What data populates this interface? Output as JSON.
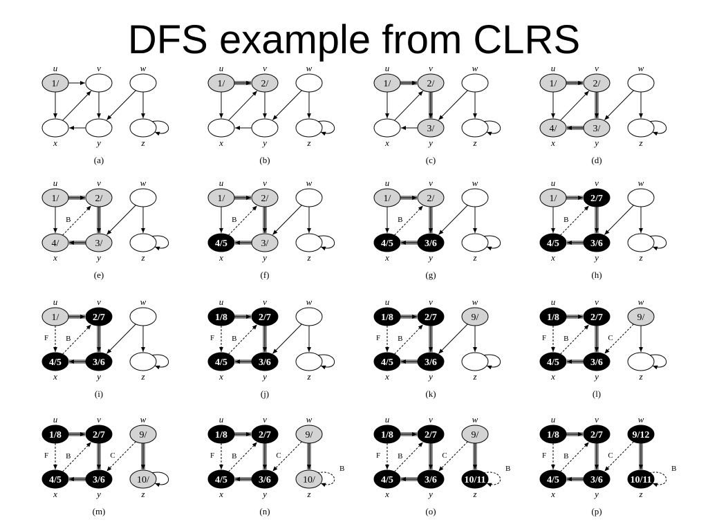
{
  "title": "DFS example from CLRS",
  "vertex_names": [
    "u",
    "v",
    "w",
    "x",
    "y",
    "z"
  ],
  "colors": {
    "white": "#ffffff",
    "gray": "#d3d3d3",
    "black": "#000000",
    "tree_edge": "#8c8c8c"
  },
  "edges": [
    {
      "from": "u",
      "to": "v"
    },
    {
      "from": "u",
      "to": "x"
    },
    {
      "from": "x",
      "to": "v"
    },
    {
      "from": "v",
      "to": "y"
    },
    {
      "from": "y",
      "to": "x"
    },
    {
      "from": "w",
      "to": "y"
    },
    {
      "from": "w",
      "to": "z"
    },
    {
      "from": "z",
      "to": "z"
    }
  ],
  "panels": [
    {
      "caption": "(a)",
      "nodes": {
        "u": {
          "c": "gray",
          "t": "1/"
        },
        "v": {
          "c": "white",
          "t": ""
        },
        "w": {
          "c": "white",
          "t": ""
        },
        "x": {
          "c": "white",
          "t": ""
        },
        "y": {
          "c": "white",
          "t": ""
        },
        "z": {
          "c": "white",
          "t": ""
        }
      },
      "tree": [],
      "labels": {}
    },
    {
      "caption": "(b)",
      "nodes": {
        "u": {
          "c": "gray",
          "t": "1/"
        },
        "v": {
          "c": "gray",
          "t": "2/"
        },
        "w": {
          "c": "white",
          "t": ""
        },
        "x": {
          "c": "white",
          "t": ""
        },
        "y": {
          "c": "white",
          "t": ""
        },
        "z": {
          "c": "white",
          "t": ""
        }
      },
      "tree": [
        "u-v"
      ],
      "labels": {}
    },
    {
      "caption": "(c)",
      "nodes": {
        "u": {
          "c": "gray",
          "t": "1/"
        },
        "v": {
          "c": "gray",
          "t": "2/"
        },
        "w": {
          "c": "white",
          "t": ""
        },
        "x": {
          "c": "white",
          "t": ""
        },
        "y": {
          "c": "gray",
          "t": "3/"
        },
        "z": {
          "c": "white",
          "t": ""
        }
      },
      "tree": [
        "u-v",
        "v-y"
      ],
      "labels": {}
    },
    {
      "caption": "(d)",
      "nodes": {
        "u": {
          "c": "gray",
          "t": "1/"
        },
        "v": {
          "c": "gray",
          "t": "2/"
        },
        "w": {
          "c": "white",
          "t": ""
        },
        "x": {
          "c": "gray",
          "t": "4/"
        },
        "y": {
          "c": "gray",
          "t": "3/"
        },
        "z": {
          "c": "white",
          "t": ""
        }
      },
      "tree": [
        "u-v",
        "v-y",
        "y-x"
      ],
      "labels": {}
    },
    {
      "caption": "(e)",
      "nodes": {
        "u": {
          "c": "gray",
          "t": "1/"
        },
        "v": {
          "c": "gray",
          "t": "2/"
        },
        "w": {
          "c": "white",
          "t": ""
        },
        "x": {
          "c": "gray",
          "t": "4/"
        },
        "y": {
          "c": "gray",
          "t": "3/"
        },
        "z": {
          "c": "white",
          "t": ""
        }
      },
      "tree": [
        "u-v",
        "v-y",
        "y-x"
      ],
      "labels": {
        "x-v": "B"
      }
    },
    {
      "caption": "(f)",
      "nodes": {
        "u": {
          "c": "gray",
          "t": "1/"
        },
        "v": {
          "c": "gray",
          "t": "2/"
        },
        "w": {
          "c": "white",
          "t": ""
        },
        "x": {
          "c": "black",
          "t": "4/5"
        },
        "y": {
          "c": "gray",
          "t": "3/"
        },
        "z": {
          "c": "white",
          "t": ""
        }
      },
      "tree": [
        "u-v",
        "v-y",
        "y-x"
      ],
      "labels": {
        "x-v": "B"
      }
    },
    {
      "caption": "(g)",
      "nodes": {
        "u": {
          "c": "gray",
          "t": "1/"
        },
        "v": {
          "c": "gray",
          "t": "2/"
        },
        "w": {
          "c": "white",
          "t": ""
        },
        "x": {
          "c": "black",
          "t": "4/5"
        },
        "y": {
          "c": "black",
          "t": "3/6"
        },
        "z": {
          "c": "white",
          "t": ""
        }
      },
      "tree": [
        "u-v",
        "v-y",
        "y-x"
      ],
      "labels": {
        "x-v": "B"
      }
    },
    {
      "caption": "(h)",
      "nodes": {
        "u": {
          "c": "gray",
          "t": "1/"
        },
        "v": {
          "c": "black",
          "t": "2/7"
        },
        "w": {
          "c": "white",
          "t": ""
        },
        "x": {
          "c": "black",
          "t": "4/5"
        },
        "y": {
          "c": "black",
          "t": "3/6"
        },
        "z": {
          "c": "white",
          "t": ""
        }
      },
      "tree": [
        "u-v",
        "v-y",
        "y-x"
      ],
      "labels": {
        "x-v": "B"
      }
    },
    {
      "caption": "(i)",
      "nodes": {
        "u": {
          "c": "gray",
          "t": "1/"
        },
        "v": {
          "c": "black",
          "t": "2/7"
        },
        "w": {
          "c": "white",
          "t": ""
        },
        "x": {
          "c": "black",
          "t": "4/5"
        },
        "y": {
          "c": "black",
          "t": "3/6"
        },
        "z": {
          "c": "white",
          "t": ""
        }
      },
      "tree": [
        "u-v",
        "v-y",
        "y-x"
      ],
      "labels": {
        "x-v": "B",
        "u-x": "F"
      }
    },
    {
      "caption": "(j)",
      "nodes": {
        "u": {
          "c": "black",
          "t": "1/8"
        },
        "v": {
          "c": "black",
          "t": "2/7"
        },
        "w": {
          "c": "white",
          "t": ""
        },
        "x": {
          "c": "black",
          "t": "4/5"
        },
        "y": {
          "c": "black",
          "t": "3/6"
        },
        "z": {
          "c": "white",
          "t": ""
        }
      },
      "tree": [
        "u-v",
        "v-y",
        "y-x"
      ],
      "labels": {
        "x-v": "B",
        "u-x": "F"
      }
    },
    {
      "caption": "(k)",
      "nodes": {
        "u": {
          "c": "black",
          "t": "1/8"
        },
        "v": {
          "c": "black",
          "t": "2/7"
        },
        "w": {
          "c": "gray",
          "t": "9/"
        },
        "x": {
          "c": "black",
          "t": "4/5"
        },
        "y": {
          "c": "black",
          "t": "3/6"
        },
        "z": {
          "c": "white",
          "t": ""
        }
      },
      "tree": [
        "u-v",
        "v-y",
        "y-x"
      ],
      "labels": {
        "x-v": "B",
        "u-x": "F"
      }
    },
    {
      "caption": "(l)",
      "nodes": {
        "u": {
          "c": "black",
          "t": "1/8"
        },
        "v": {
          "c": "black",
          "t": "2/7"
        },
        "w": {
          "c": "gray",
          "t": "9/"
        },
        "x": {
          "c": "black",
          "t": "4/5"
        },
        "y": {
          "c": "black",
          "t": "3/6"
        },
        "z": {
          "c": "white",
          "t": ""
        }
      },
      "tree": [
        "u-v",
        "v-y",
        "y-x"
      ],
      "labels": {
        "x-v": "B",
        "u-x": "F",
        "w-y": "C"
      }
    },
    {
      "caption": "(m)",
      "nodes": {
        "u": {
          "c": "black",
          "t": "1/8"
        },
        "v": {
          "c": "black",
          "t": "2/7"
        },
        "w": {
          "c": "gray",
          "t": "9/"
        },
        "x": {
          "c": "black",
          "t": "4/5"
        },
        "y": {
          "c": "black",
          "t": "3/6"
        },
        "z": {
          "c": "gray",
          "t": "10/"
        }
      },
      "tree": [
        "u-v",
        "v-y",
        "y-x",
        "w-z"
      ],
      "labels": {
        "x-v": "B",
        "u-x": "F",
        "w-y": "C"
      }
    },
    {
      "caption": "(n)",
      "nodes": {
        "u": {
          "c": "black",
          "t": "1/8"
        },
        "v": {
          "c": "black",
          "t": "2/7"
        },
        "w": {
          "c": "gray",
          "t": "9/"
        },
        "x": {
          "c": "black",
          "t": "4/5"
        },
        "y": {
          "c": "black",
          "t": "3/6"
        },
        "z": {
          "c": "gray",
          "t": "10/"
        }
      },
      "tree": [
        "u-v",
        "v-y",
        "y-x",
        "w-z"
      ],
      "labels": {
        "x-v": "B",
        "u-x": "F",
        "w-y": "C",
        "z-z": "B"
      }
    },
    {
      "caption": "(o)",
      "nodes": {
        "u": {
          "c": "black",
          "t": "1/8"
        },
        "v": {
          "c": "black",
          "t": "2/7"
        },
        "w": {
          "c": "gray",
          "t": "9/"
        },
        "x": {
          "c": "black",
          "t": "4/5"
        },
        "y": {
          "c": "black",
          "t": "3/6"
        },
        "z": {
          "c": "black",
          "t": "10/11"
        }
      },
      "tree": [
        "u-v",
        "v-y",
        "y-x",
        "w-z"
      ],
      "labels": {
        "x-v": "B",
        "u-x": "F",
        "w-y": "C",
        "z-z": "B"
      }
    },
    {
      "caption": "(p)",
      "nodes": {
        "u": {
          "c": "black",
          "t": "1/8"
        },
        "v": {
          "c": "black",
          "t": "2/7"
        },
        "w": {
          "c": "black",
          "t": "9/12"
        },
        "x": {
          "c": "black",
          "t": "4/5"
        },
        "y": {
          "c": "black",
          "t": "3/6"
        },
        "z": {
          "c": "black",
          "t": "10/11"
        }
      },
      "tree": [
        "u-v",
        "v-y",
        "y-x",
        "w-z"
      ],
      "labels": {
        "x-v": "B",
        "u-x": "F",
        "w-y": "C",
        "z-z": "B"
      }
    }
  ]
}
